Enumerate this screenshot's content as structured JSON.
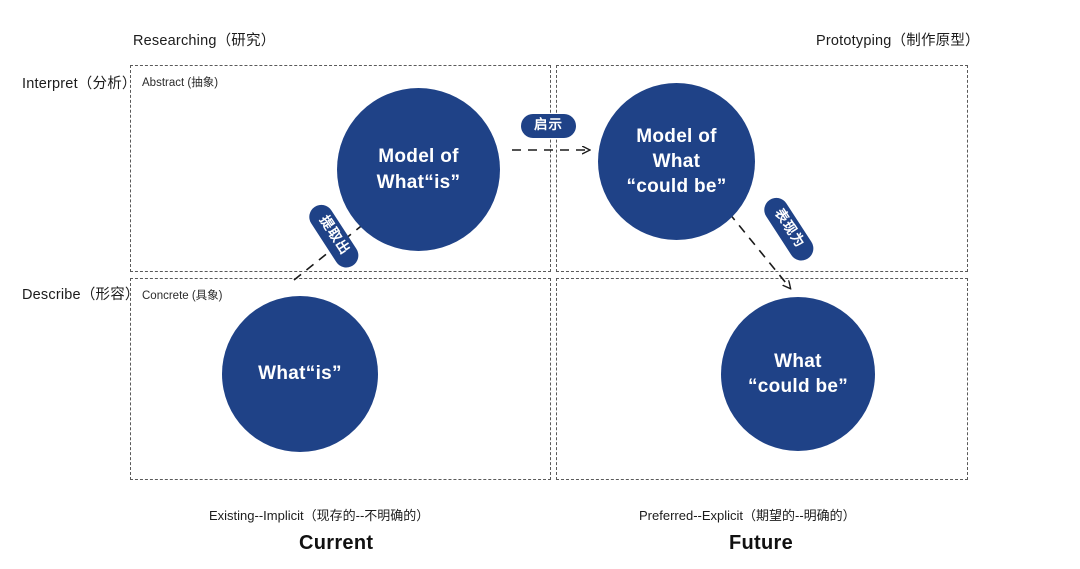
{
  "diagram": {
    "title_axes": {
      "left_top": "Interpret（分析）",
      "left_bottom": "Describe（形容）",
      "top_left": "Researching（研究）",
      "top_right": "Prototyping（制作原型）"
    },
    "inner_labels": {
      "abstract": "Abstract (抽象)",
      "concrete": "Concrete (具象)"
    },
    "bottom_labels": {
      "left_caption": "Existing--Implicit（现存的--不明确的）",
      "left_title": "Current",
      "right_caption": "Preferred--Explicit（期望的--明确的）",
      "right_title": "Future"
    },
    "circles": [
      {
        "id": "model-is",
        "line1": "Model of",
        "line2": "What“is”",
        "line3": ""
      },
      {
        "id": "model-could-be",
        "line1": "Model of",
        "line2": "What",
        "line3": "“could be”"
      },
      {
        "id": "what-is",
        "line1": "What“is”",
        "line2": "",
        "line3": ""
      },
      {
        "id": "what-could-be",
        "line1": "What",
        "line2": "“could be”",
        "line3": ""
      }
    ],
    "arrow_labels": {
      "extract": "提取出",
      "inspire": "启示",
      "manifest": "表现为"
    },
    "colors": {
      "circle_fill": "#1f4287",
      "circle_text": "#ffffff",
      "dashed_border": "#5a5a5a",
      "arrow": "#1a1a1a"
    }
  }
}
